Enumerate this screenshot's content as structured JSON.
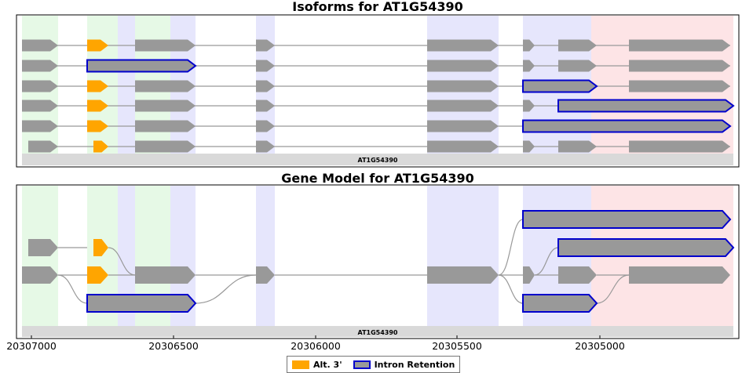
{
  "panels": {
    "isoforms_title": "Isoforms for AT1G54390",
    "model_title": "Gene Model for AT1G54390",
    "gene_label": "AT1G54390"
  },
  "axis": {
    "ticks": [
      "20307000",
      "20306500",
      "20306000",
      "20305500",
      "20305000"
    ]
  },
  "legend": {
    "alt3_label": "Alt. 3'",
    "intron_label": "Intron Retention"
  },
  "colors": {
    "exon": "#999999",
    "alt3": "#ffa500",
    "intron_retention_border": "#0000cc",
    "green_band": "#e6f9e6",
    "blue_band": "#e6e6fc",
    "red_band": "#fde4e6",
    "gene_bar": "#d9d9d9",
    "connector": "#999999"
  }
}
